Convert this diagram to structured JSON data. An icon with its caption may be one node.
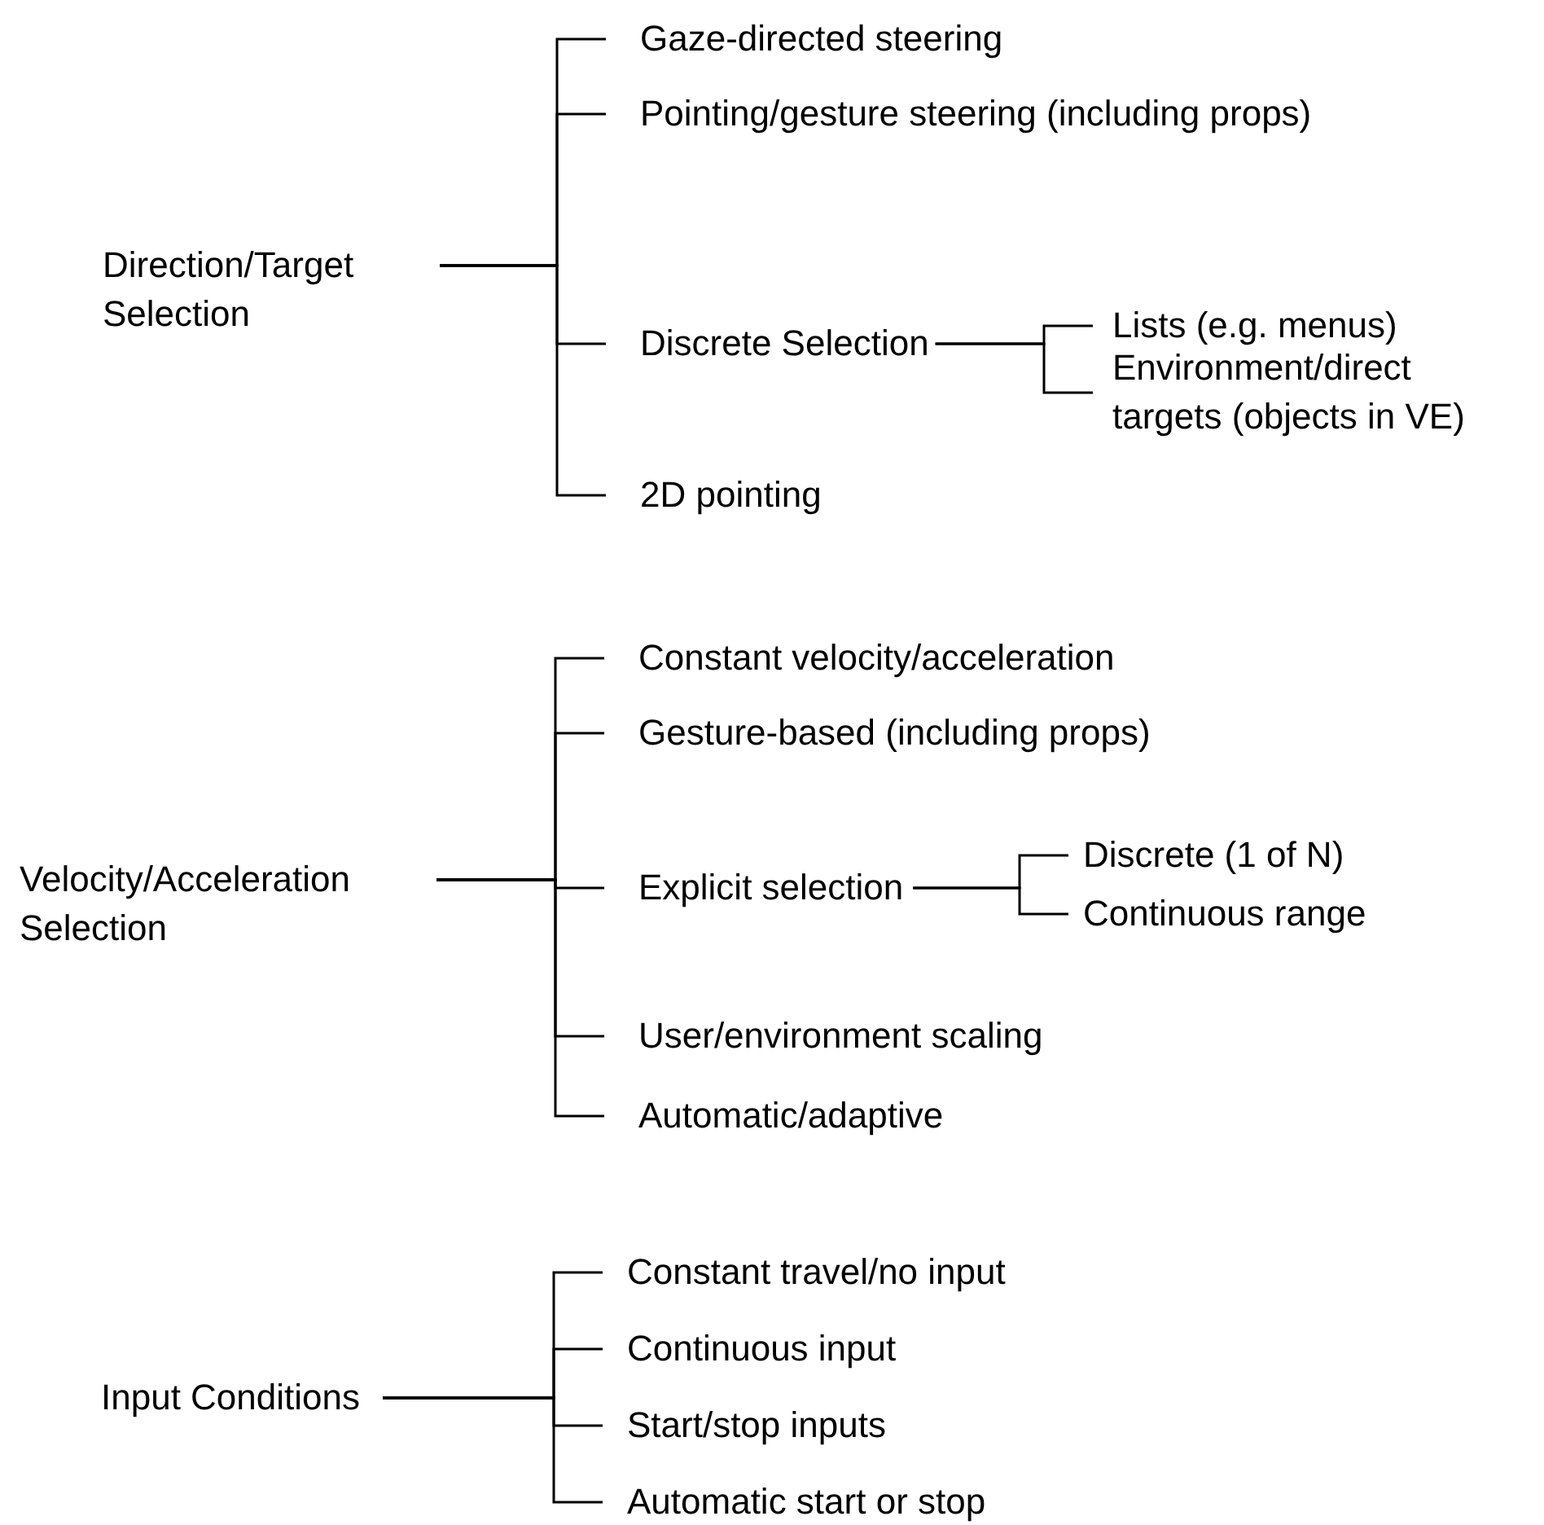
{
  "diagram": {
    "nodes": [
      {
        "text": [
          "Direction/Target Selection"
        ]
      },
      {
        "text": [
          "Gaze-directed steering"
        ]
      },
      {
        "text": [
          "Pointing/gesture steering (including props)"
        ]
      },
      {
        "text": [
          "Discrete Selection"
        ]
      },
      {
        "text": [
          "Lists (e.g. menus)"
        ]
      },
      {
        "text": [
          "Environment/direct targets (objects in VE)"
        ]
      },
      {
        "text": [
          "2D pointing"
        ]
      },
      {
        "text": [
          "Velocity/Acceleration Selection"
        ]
      },
      {
        "text": [
          "Constant velocity/acceleration"
        ]
      },
      {
        "text": [
          "Gesture-based (including props)"
        ]
      },
      {
        "text": [
          "Explicit selection"
        ]
      },
      {
        "text": [
          "Discrete (1 of N)"
        ]
      },
      {
        "text": [
          "Continuous range"
        ]
      },
      {
        "text": [
          "User/environment scaling"
        ]
      },
      {
        "text": [
          "Automatic/adaptive"
        ]
      },
      {
        "text": [
          "Input Conditions"
        ]
      },
      {
        "text": [
          "Constant travel/no input"
        ]
      },
      {
        "text": [
          "Continuous input"
        ]
      },
      {
        "text": [
          "Start/stop inputs"
        ]
      },
      {
        "text": [
          "Automatic start or stop"
        ]
      }
    ],
    "edges": [
      {
        "from": 0,
        "to": 1,
        "arrow": "none"
      },
      {
        "from": 0,
        "to": 2,
        "arrow": "none"
      },
      {
        "from": 0,
        "to": 3,
        "arrow": "none"
      },
      {
        "from": 0,
        "to": 6,
        "arrow": "none"
      },
      {
        "from": 3,
        "to": 4,
        "arrow": "none"
      },
      {
        "from": 3,
        "to": 5,
        "arrow": "none"
      },
      {
        "from": 7,
        "to": 8,
        "arrow": "none"
      },
      {
        "from": 7,
        "to": 9,
        "arrow": "none"
      },
      {
        "from": 7,
        "to": 10,
        "arrow": "none"
      },
      {
        "from": 7,
        "to": 13,
        "arrow": "none"
      },
      {
        "from": 7,
        "to": 14,
        "arrow": "none"
      },
      {
        "from": 10,
        "to": 11,
        "arrow": "none"
      },
      {
        "from": 10,
        "to": 12,
        "arrow": "none"
      },
      {
        "from": 15,
        "to": 16,
        "arrow": "none"
      },
      {
        "from": 15,
        "to": 17,
        "arrow": "none"
      },
      {
        "from": 15,
        "to": 18,
        "arrow": "none"
      },
      {
        "from": 15,
        "to": 19,
        "arrow": "none"
      }
    ]
  }
}
